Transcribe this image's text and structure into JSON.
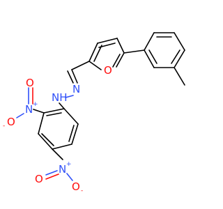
{
  "molecule": {
    "colors": {
      "carbon_bond": "#000000",
      "oxygen": "#ff0d0d",
      "nitrogen": "#3050f8"
    },
    "labels": {
      "furan_oxygen": "O",
      "imine_nitrogen": "N",
      "hydrazine_nh": "NH",
      "nitro1_nitrogen": "N",
      "nitro1_charge_plus": "+",
      "nitro1_oxygen_double": "O",
      "nitro1_oxygen_single": "O",
      "nitro1_charge_minus": "-",
      "nitro2_nitrogen": "N",
      "nitro2_charge_plus": "+",
      "nitro2_oxygen_double": "O",
      "nitro2_oxygen_single": "O",
      "nitro2_charge_minus": "-"
    }
  }
}
